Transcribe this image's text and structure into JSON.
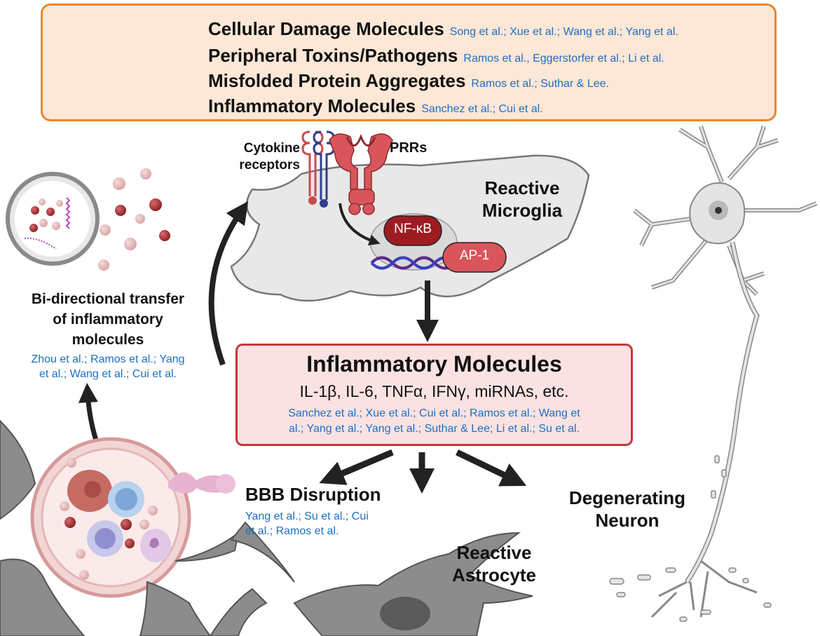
{
  "colors": {
    "accent_orange": "#e8882d",
    "box_orange_fill": "#fde7d6",
    "accent_red": "#c8363a",
    "box_red_fill": "#fbe2e2",
    "reference_blue": "#1f6fc2",
    "cell_gray": "#e6e6e6",
    "astrocyte_gray": "#8c8c8c"
  },
  "triggers": {
    "items": [
      {
        "title": "Cellular Damage Molecules",
        "refs": "Song et al.; Xue et al.; Wang et al.; Yang et al."
      },
      {
        "title": "Peripheral Toxins/Pathogens",
        "refs": "Ramos et al., Eggerstorfer et al.; Li et al."
      },
      {
        "title": "Misfolded Protein Aggregates",
        "refs": "Ramos et al.; Suthar & Lee."
      },
      {
        "title": "Inflammatory Molecules",
        "refs": "Sanchez et al.; Cui et al."
      }
    ]
  },
  "microglia": {
    "cytokine_receptors_label": "Cytokine\nreceptors",
    "prrs_label": "PRRs",
    "title": "Reactive\nMicroglia",
    "nfkb_label": "NF-κB",
    "ap1_label": "AP-1"
  },
  "transfer": {
    "title": "Bi-directional transfer\nof inflammatory\nmolecules",
    "refs": "Zhou et al.; Ramos et al.; Yang\net al.; Wang et al.; Cui et al."
  },
  "inflammatory_box": {
    "title": "Inflammatory Molecules",
    "molecules": "IL-1β, IL-6, TNFα, IFNγ, miRNAs, etc.",
    "refs": "Sanchez et al.; Xue et al.; Cui et al.; Ramos et al.; Wang et\nal.; Yang et al.; Yang et al.; Suthar & Lee; Li et al.; Su et al."
  },
  "bbb": {
    "title": "BBB Disruption",
    "refs": "Yang et al.; Su et al.; Cui\net al.; Ramos et al."
  },
  "astrocyte": {
    "title": "Reactive\nAstrocyte"
  },
  "neuron": {
    "title": "Degenerating\nNeuron"
  }
}
